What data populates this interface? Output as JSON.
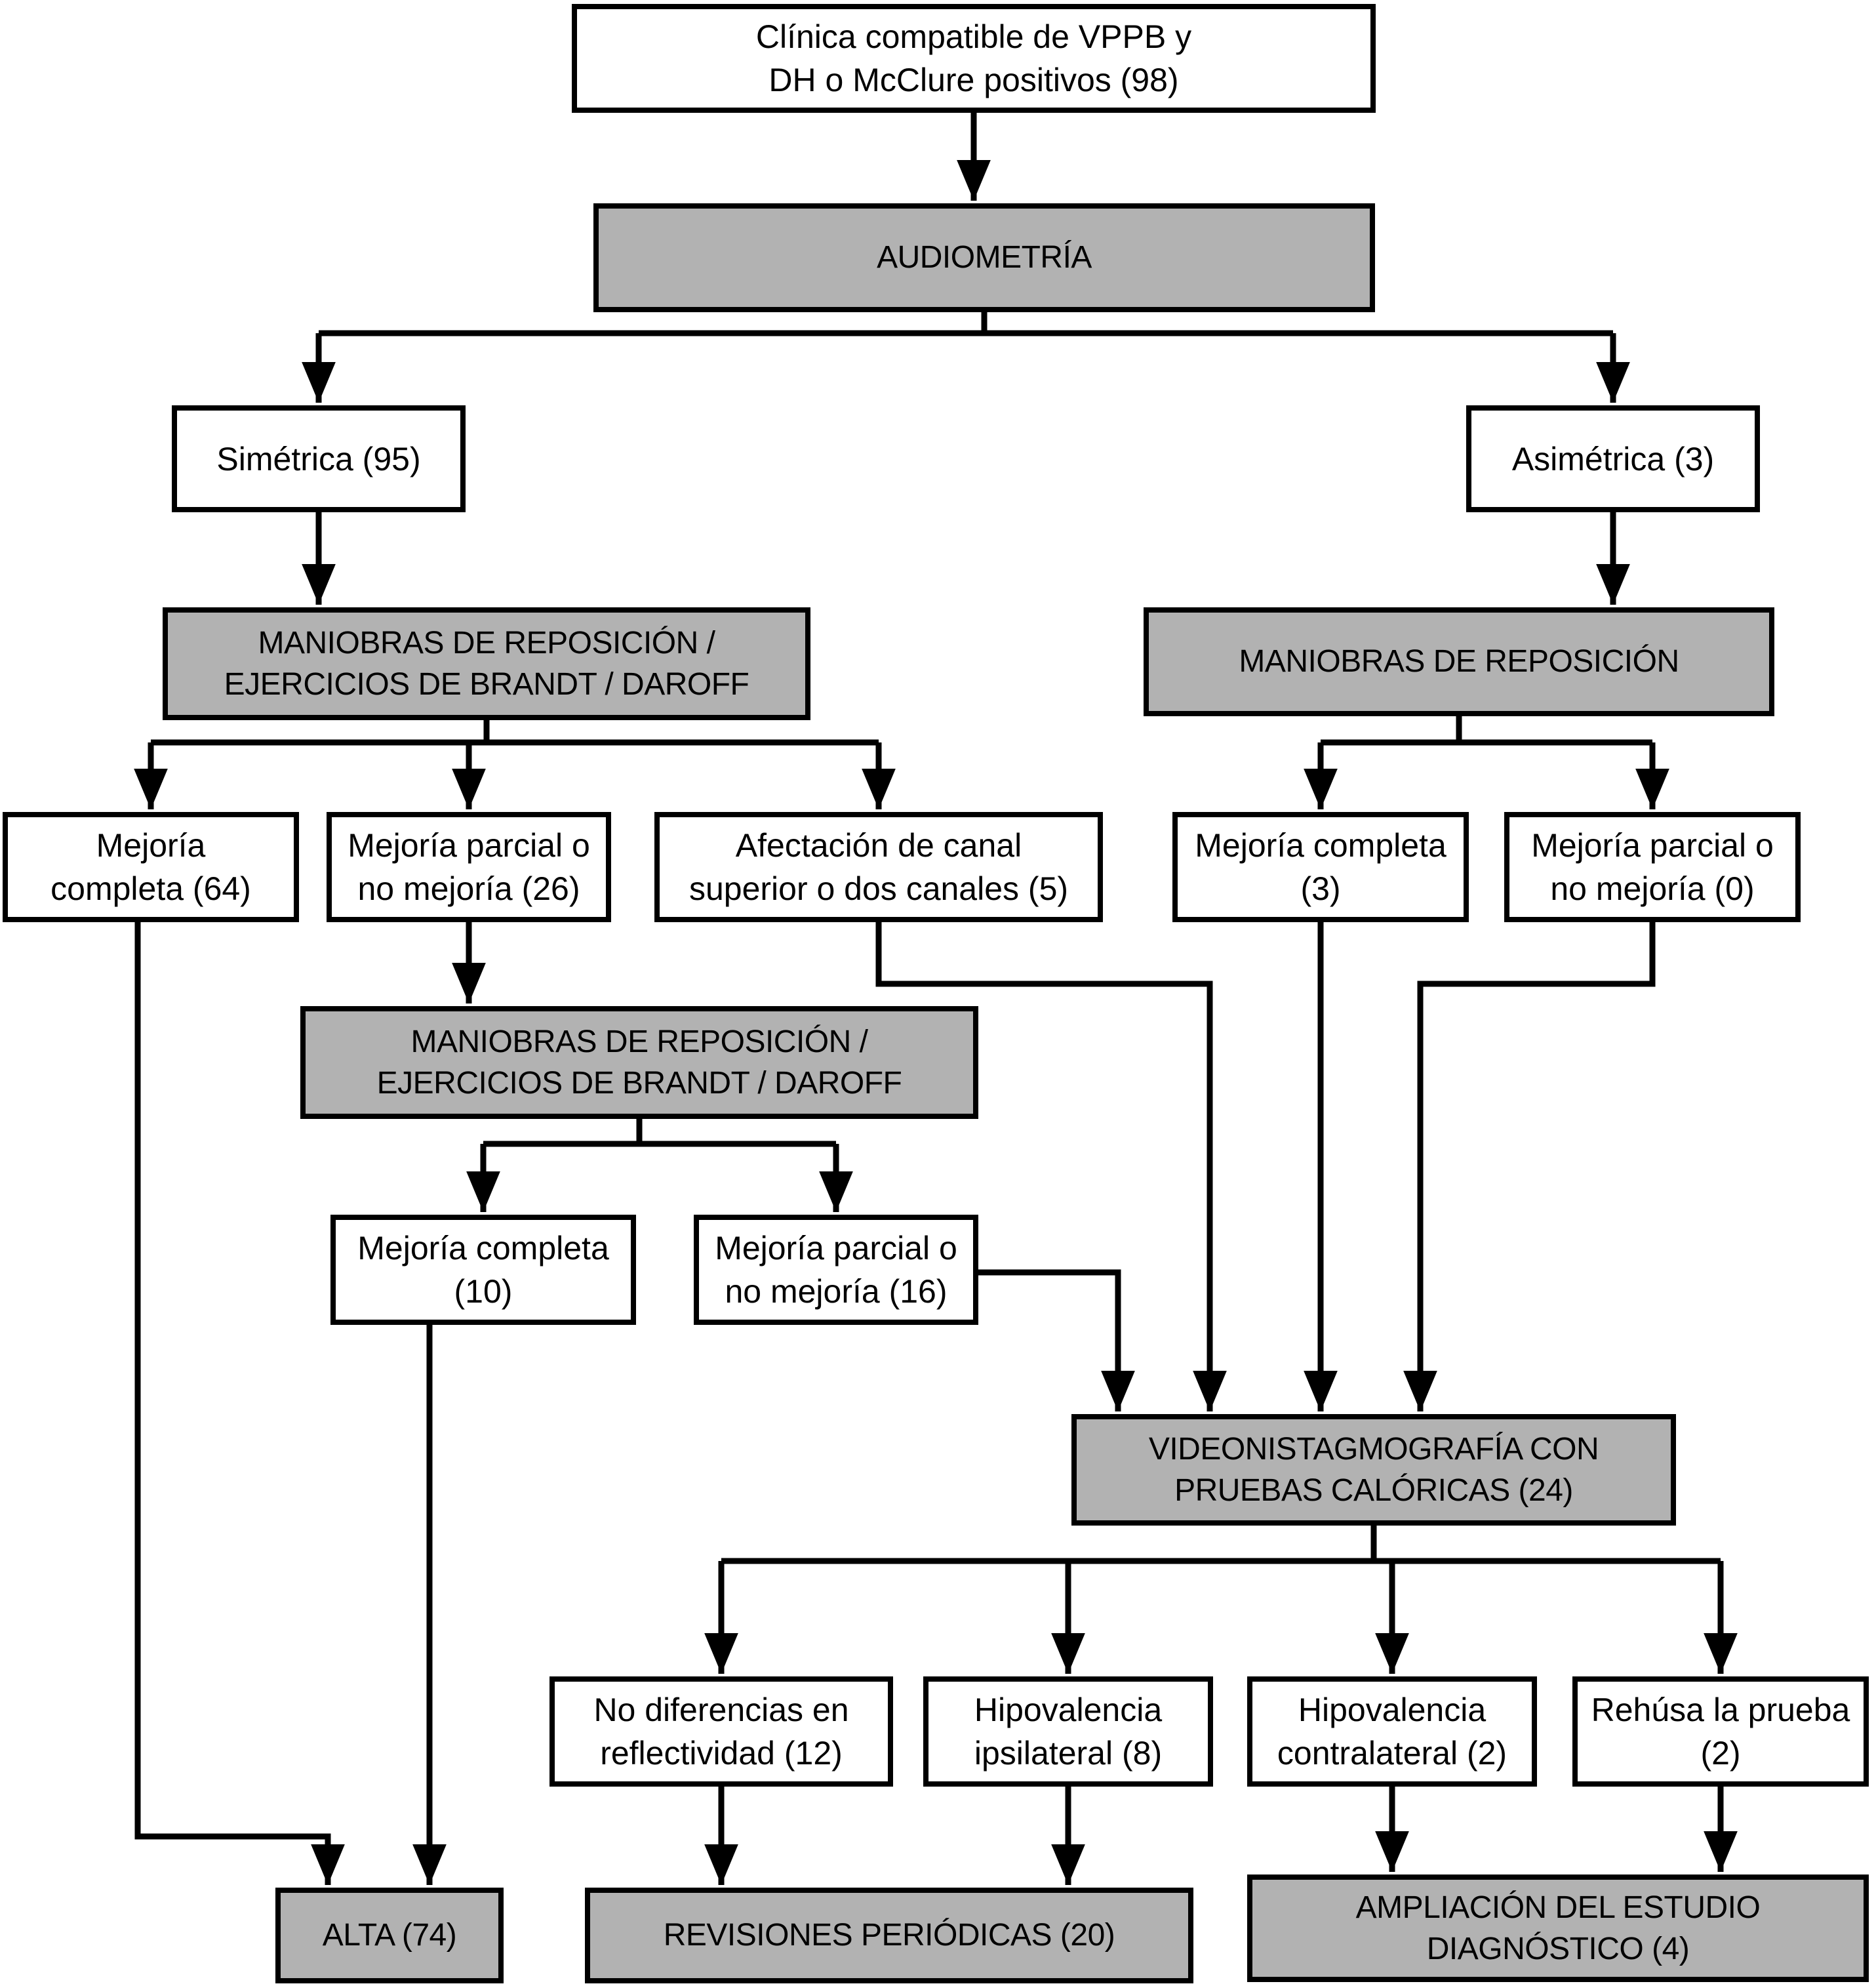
{
  "figure": {
    "background": "#ffffff",
    "box_gray": "#b2b2b2",
    "box_white": "#ffffff",
    "box_border": "#000000",
    "line_color": "#000000"
  },
  "nodes": {
    "clinica": {
      "label": "Clínica compatible de VPPB y\nDH o McClure positivos (98)",
      "count": 98
    },
    "audiometria": {
      "label": "AUDIOMETRÍA"
    },
    "simetrica": {
      "label": "Simétrica (95)",
      "count": 95
    },
    "asimetrica": {
      "label": "Asimétrica (3)",
      "count": 3
    },
    "man1": {
      "label": "MANIOBRAS DE REPOSICIÓN /\nEJERCICIOS DE BRANDT / DAROFF"
    },
    "man_r": {
      "label": "MANIOBRAS DE REPOSICIÓN"
    },
    "m64": {
      "label": "Mejoría\ncompleta (64)",
      "count": 64
    },
    "m26": {
      "label": "Mejoría parcial o\nno mejoría (26)",
      "count": 26
    },
    "af5": {
      "label": "Afectación de canal\nsuperior o dos canales (5)",
      "count": 5
    },
    "m3": {
      "label": "Mejoría completa\n(3)",
      "count": 3
    },
    "m0": {
      "label": "Mejoría parcial o\nno mejoría (0)",
      "count": 0
    },
    "man2": {
      "label": "MANIOBRAS DE REPOSICIÓN /\nEJERCICIOS DE BRANDT / DAROFF"
    },
    "m10": {
      "label": "Mejoría completa\n(10)",
      "count": 10
    },
    "m16": {
      "label": "Mejoría parcial o\nno mejoría (16)",
      "count": 16
    },
    "vng": {
      "label": "VIDEONISTAGMOGRAFÍA CON\nPRUEBAS CALÓRICAS (24)",
      "count": 24
    },
    "nd12": {
      "label": "No diferencias en\nreflectividad (12)",
      "count": 12
    },
    "hi8": {
      "label": "Hipovalencia\nipsilateral (8)",
      "count": 8
    },
    "hc2": {
      "label": "Hipovalencia\ncontralateral (2)",
      "count": 2
    },
    "re2": {
      "label": "Rehúsa la prueba\n(2)",
      "count": 2
    },
    "alta": {
      "label": "ALTA (74)",
      "count": 74
    },
    "rev": {
      "label": "REVISIONES PERIÓDICAS (20)",
      "count": 20
    },
    "amp": {
      "label": "AMPLIACIÓN DEL ESTUDIO\nDIAGNÓSTICO (4)",
      "count": 4
    }
  }
}
